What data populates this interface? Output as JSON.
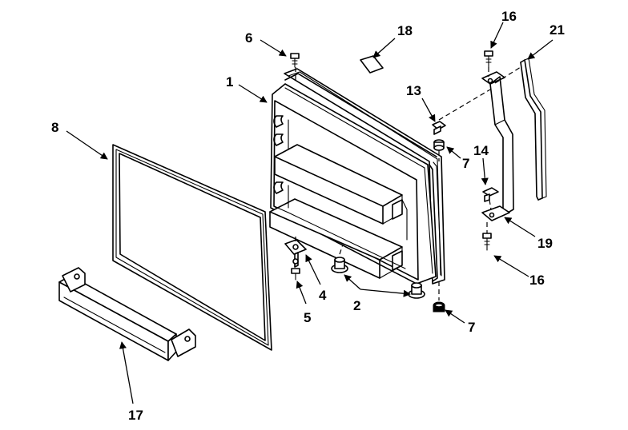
{
  "diagram": {
    "callouts": [
      {
        "id": "c1",
        "text": "1"
      },
      {
        "id": "c2",
        "text": "2"
      },
      {
        "id": "c4",
        "text": "4"
      },
      {
        "id": "c5",
        "text": "5"
      },
      {
        "id": "c6",
        "text": "6"
      },
      {
        "id": "c7a",
        "text": "7"
      },
      {
        "id": "c7b",
        "text": "7"
      },
      {
        "id": "c8",
        "text": "8"
      },
      {
        "id": "c13",
        "text": "13"
      },
      {
        "id": "c14",
        "text": "14"
      },
      {
        "id": "c16a",
        "text": "16"
      },
      {
        "id": "c16b",
        "text": "16"
      },
      {
        "id": "c17",
        "text": "17"
      },
      {
        "id": "c18",
        "text": "18"
      },
      {
        "id": "c19",
        "text": "19"
      },
      {
        "id": "c21",
        "text": "21"
      }
    ]
  }
}
